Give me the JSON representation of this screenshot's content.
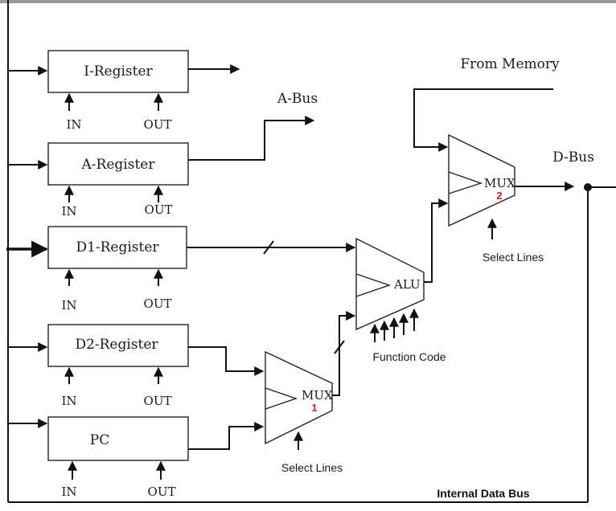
{
  "registers": [
    {
      "label": "I-Register",
      "in": "IN",
      "out": "OUT"
    },
    {
      "label": "A-Register",
      "in": "IN",
      "out": "OUT"
    },
    {
      "label": "D1-Register",
      "in": "IN",
      "out": "OUT"
    },
    {
      "label": "D2-Register",
      "in": "IN",
      "out": "OUT"
    },
    {
      "label": "PC",
      "in": "IN",
      "out": "OUT"
    }
  ],
  "buses": {
    "a_bus": "A-Bus",
    "from_memory": "From Memory",
    "d_bus": "D-Bus",
    "internal": "Internal Data Bus"
  },
  "mux1": {
    "label": "MUX",
    "number": "1",
    "select": "Select Lines"
  },
  "mux2": {
    "label": "MUX",
    "number": "2",
    "select": "Select Lines"
  },
  "alu": {
    "label": "ALU",
    "function": "Function Code"
  }
}
